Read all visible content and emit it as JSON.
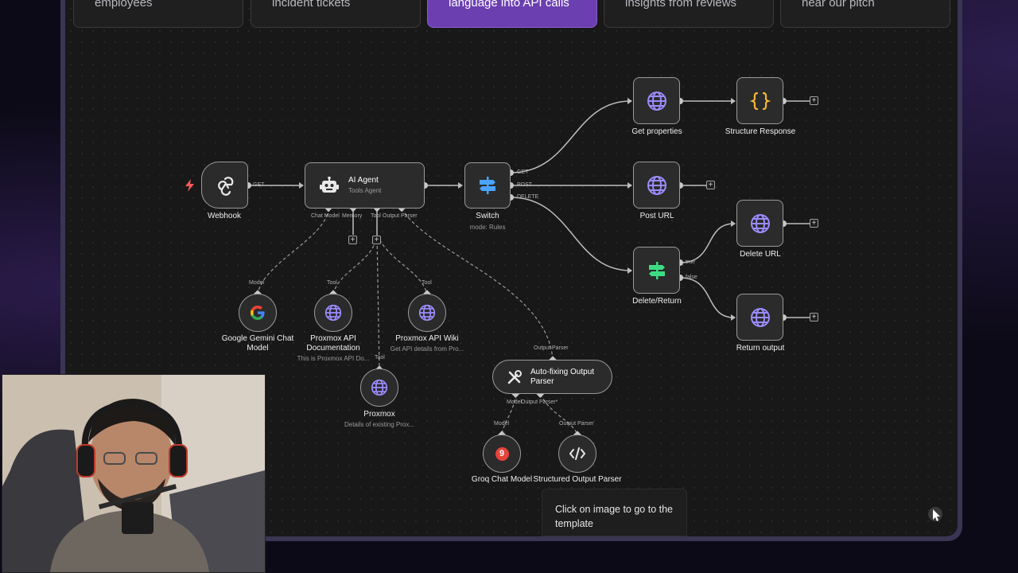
{
  "tabs": [
    {
      "label": "employees",
      "active": false
    },
    {
      "label": "incident tickets",
      "active": false
    },
    {
      "label": "language into API calls",
      "active": true
    },
    {
      "label": "insights from reviews",
      "active": false
    },
    {
      "label": "hear our pitch",
      "active": false
    }
  ],
  "nodes": {
    "webhook": {
      "label": "Webhook",
      "port_get": "GET"
    },
    "ai_agent": {
      "title": "AI Agent",
      "subtitle": "Tools Agent",
      "ports": {
        "chat_model": "Chat Model",
        "memory": "Memory",
        "tool": "Tool",
        "output_parser": "Output Parser"
      }
    },
    "switch": {
      "label": "Switch",
      "subtitle": "mode: Rules",
      "out_get": "GET",
      "out_post": "POST",
      "out_delete": "DELETE"
    },
    "get_properties": {
      "label": "Get properties"
    },
    "structure_response": {
      "label": "Structure Response"
    },
    "post_url": {
      "label": "Post URL"
    },
    "delete_return": {
      "label": "Delete/Return",
      "out_true": "true",
      "out_false": "false"
    },
    "delete_url": {
      "label": "Delete URL"
    },
    "return_output": {
      "label": "Return output"
    },
    "gemini": {
      "label_line1": "Google Gemini Chat",
      "label_line2": "Model",
      "port": "Model"
    },
    "proxmox_docs": {
      "label_line1": "Proxmox API",
      "label_line2": "Documentation",
      "subtitle": "This is Proxmox API Do...",
      "port": "Tool"
    },
    "proxmox_wiki": {
      "label": "Proxmox API Wiki",
      "subtitle": "Get API details from Pro...",
      "port": "Tool"
    },
    "proxmox": {
      "label": "Proxmox",
      "subtitle": "Details of existing Prox...",
      "port": "Tool"
    },
    "autofix_parser": {
      "title_line1": "Auto-fixing Output",
      "title_line2": "Parser",
      "port_top": "Output Parser",
      "port_model": "Model",
      "port_output": "Output Parser*"
    },
    "groq": {
      "label": "Groq Chat Model",
      "port": "Model",
      "glyph": "9"
    },
    "structured_parser": {
      "label": "Structured Output Parser",
      "port": "Output Parser"
    }
  },
  "tooltip": {
    "line1": "Click on image to go to the",
    "line2": "template"
  },
  "colors": {
    "accent": "#6b3fb0",
    "globe": "#9b8cff",
    "switch_blue": "#4aa3ff",
    "switch_green": "#3ddc84",
    "braces": "#f5b731",
    "trigger": "#ff5a5a",
    "canvas": "#181818"
  },
  "icons": [
    "webhook-icon",
    "robot-icon",
    "switch-icon",
    "globe-icon",
    "braces-icon",
    "google-icon",
    "wrench-icon",
    "code-icon",
    "lightning-icon",
    "plus-icon",
    "cursor-icon"
  ]
}
